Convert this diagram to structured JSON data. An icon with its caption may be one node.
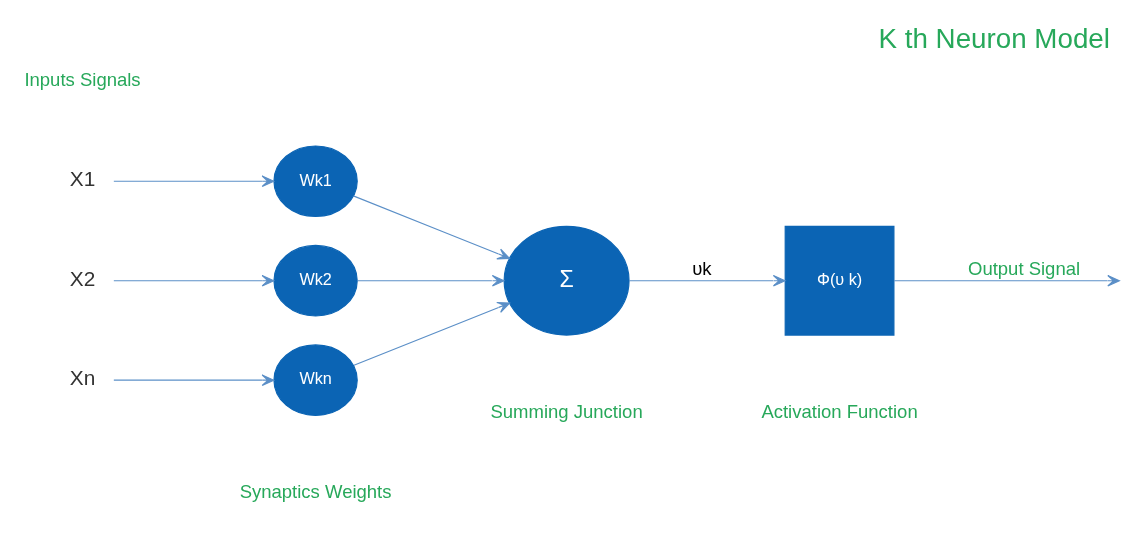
{
  "diagram": {
    "title": "K th Neuron Model",
    "nodes": [
      {
        "text": [
          "X1"
        ]
      },
      {
        "text": [
          "Wk1"
        ]
      },
      {
        "text": [
          "X2"
        ]
      },
      {
        "text": [
          "Wk2"
        ]
      },
      {
        "text": [
          "Xn"
        ]
      },
      {
        "text": [
          "Wkn"
        ],
        "beside": [
          "Synaptics Weights"
        ]
      },
      {
        "text": [
          "Σ"
        ],
        "beside": [
          "Summing Junction"
        ]
      },
      {
        "text": [
          "Φ(υ k)"
        ],
        "beside": [
          "Activation Function"
        ]
      }
    ],
    "edges": [
      {
        "from": 0,
        "to": 1,
        "arrow": "to"
      },
      {
        "from": 2,
        "to": 3,
        "arrow": "to"
      },
      {
        "from": 4,
        "to": 5,
        "arrow": "to"
      },
      {
        "from": 1,
        "to": 6,
        "arrow": "to"
      },
      {
        "from": 3,
        "to": 6,
        "arrow": "to"
      },
      {
        "from": 5,
        "to": 6,
        "arrow": "to"
      },
      {
        "from": 6,
        "to": 7,
        "arrow": "to",
        "label": "υk"
      },
      {
        "from": 7,
        "to": null,
        "arrow": "to",
        "label": "Output Signal"
      }
    ],
    "labels": [
      "Inputs Signals"
    ]
  }
}
